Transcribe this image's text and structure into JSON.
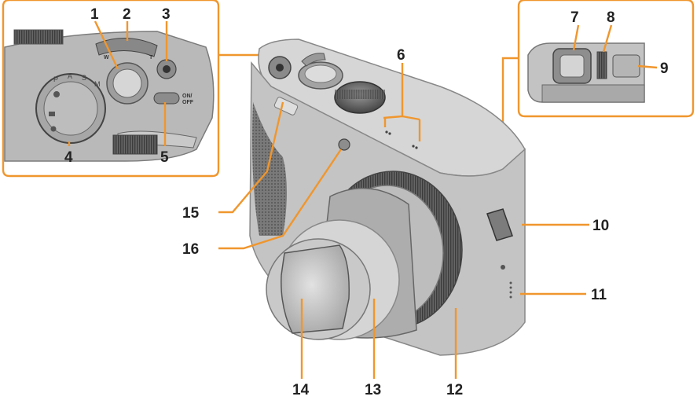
{
  "callouts": [
    "1",
    "2",
    "3",
    "4",
    "5",
    "6",
    "7",
    "8",
    "9",
    "10",
    "11",
    "12",
    "13",
    "14",
    "15",
    "16"
  ],
  "inset_labels": {
    "wide": "W",
    "tele": "T",
    "power_line1": "ON/",
    "power_line2": "OFF"
  },
  "mode_dial_letters": [
    "P",
    "A",
    "S",
    "M"
  ],
  "colors": {
    "leader": "#f0962d",
    "body_gray": "#c4c4c4",
    "dark_gray": "#6f6f6f",
    "text": "#222222"
  },
  "icons": [
    "camera-body",
    "lens",
    "zoom-lever",
    "shutter-button",
    "mode-dial",
    "viewfinder",
    "strap-eyelet"
  ]
}
